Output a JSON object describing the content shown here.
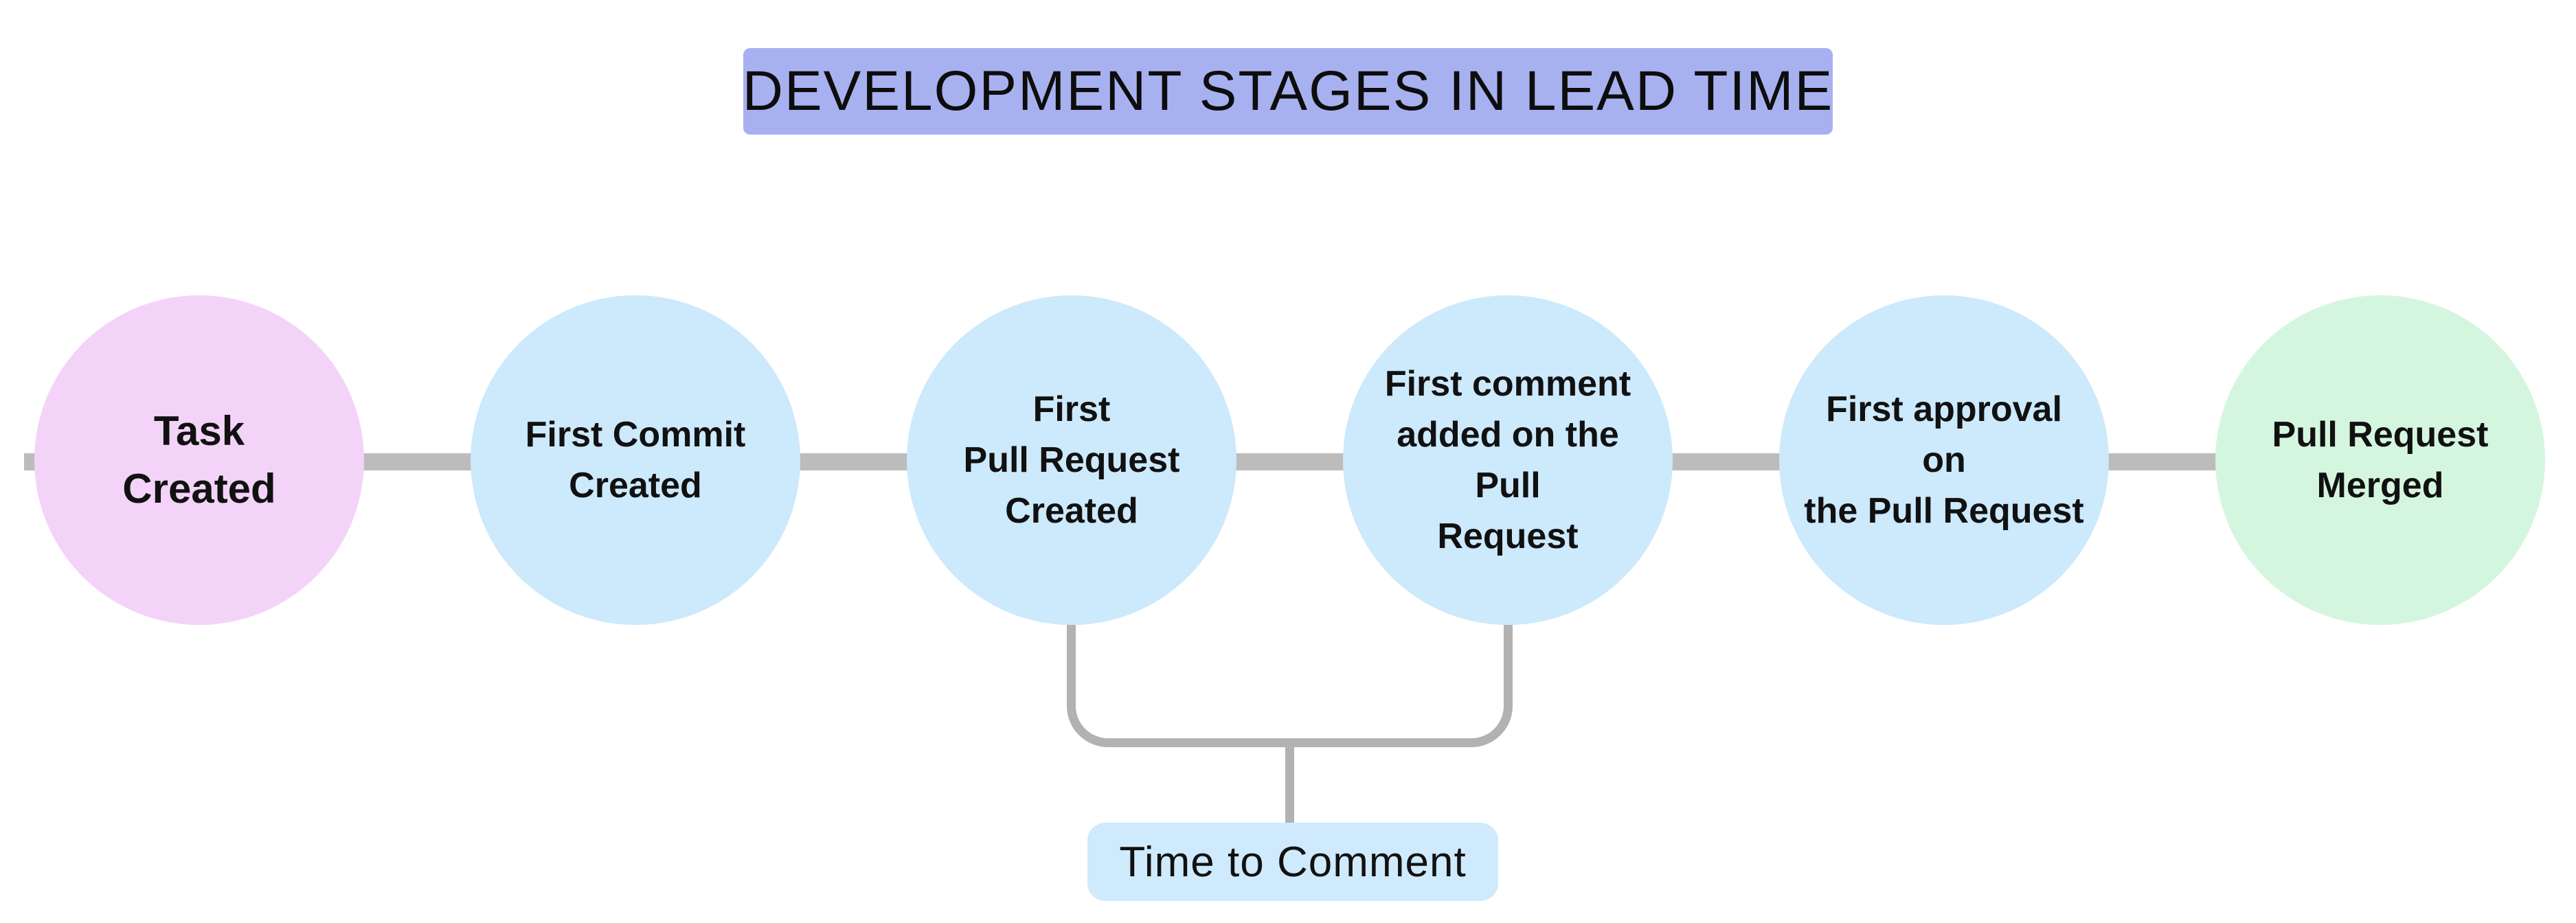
{
  "title": {
    "label": "DEVELOPMENT STAGES IN LEAD TIME",
    "bg_color": "#a8b1f0"
  },
  "stages": [
    {
      "name": "task-created",
      "label": "Task\nCreated",
      "color": "#f4d3f9"
    },
    {
      "name": "first-commit-created",
      "label": "First Commit\nCreated",
      "color": "#cde9fc"
    },
    {
      "name": "first-pull-request-created",
      "label": "First\nPull Request\nCreated",
      "color": "#cde9fc"
    },
    {
      "name": "first-comment-added",
      "label": "First comment\nadded on the Pull\nRequest",
      "color": "#cde9fc"
    },
    {
      "name": "first-approval",
      "label": "First approval on\nthe Pull Request",
      "color": "#cde9fc"
    },
    {
      "name": "pull-request-merged",
      "label": "Pull Request\nMerged",
      "color": "#d5f6de"
    }
  ],
  "annotation": {
    "label": "Time to Comment",
    "bg_color": "#cfeafc"
  },
  "colors": {
    "background": "#ffffff",
    "connector": "#bcbcbc",
    "bracket": "#b2b2b2",
    "text": "#111111"
  }
}
